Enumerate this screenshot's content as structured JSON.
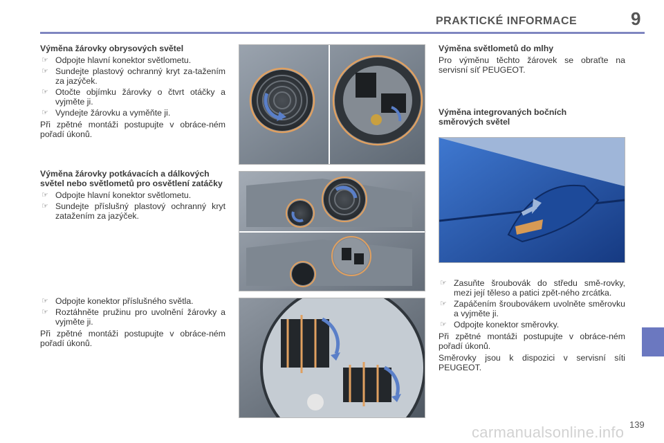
{
  "header": {
    "title": "PRAKTICKÉ INFORMACE",
    "chapter": "9"
  },
  "page_number": "139",
  "watermark": "carmanualsonline.info",
  "col1": {
    "section1": {
      "title": "Výměna žárovky obrysových světel",
      "items": [
        "Odpojte hlavní konektor světlometu.",
        "Sundejte plastový ochranný kryt za-tažením za jazýček.",
        "Otočte objímku žárovky o čtvrt otáčky a vyjměte ji.",
        "Vyndejte žárovku a vyměňte ji."
      ],
      "note": "Při zpětné montáži postupujte v obráce-ném pořadí úkonů."
    },
    "section2": {
      "title": "Výměna žárovky potkávacích a dálkových světel nebo světlometů pro osvětlení zatáčky",
      "items": [
        "Odpojte hlavní konektor světlometu.",
        "Sundejte příslušný plastový ochranný kryt zatažením za jazýček."
      ]
    },
    "section3": {
      "items": [
        "Odpojte konektor příslušného světla.",
        "Roztáhněte pružinu pro uvolnění žárovky a vyjměte ji."
      ],
      "note": "Při zpětné montáži postupujte v obráce-ném pořadí úkonů."
    }
  },
  "col3": {
    "section1": {
      "title": "Výměna světlometů do mlhy",
      "text": "Pro výměnu těchto žárovek se obraťte na servisní síť PEUGEOT."
    },
    "section2": {
      "title": "Výměna integrovaných bočních směrových světel",
      "items": [
        "Zasuňte šroubovák do středu smě-rovky, mezi její těleso a patici zpět-ného zrcátka.",
        "Zapáčením šroubovákem uvolněte směrovku a vyjměte ji.",
        "Odpojte konektor směrovky."
      ],
      "note1": "Při zpětné montáži postupujte v obráce-ném pořadí úkonů.",
      "note2": "Směrovky jsou k dispozici v servisní síti PEUGEOT."
    }
  },
  "bullet_symbol": "☞",
  "colors": {
    "accent": "#7f86c0",
    "tab": "#6b78c0",
    "highlight_ring": "#e0a060",
    "arrow_blue": "#5a7fc8",
    "car_blue": "#1f4fa8"
  }
}
